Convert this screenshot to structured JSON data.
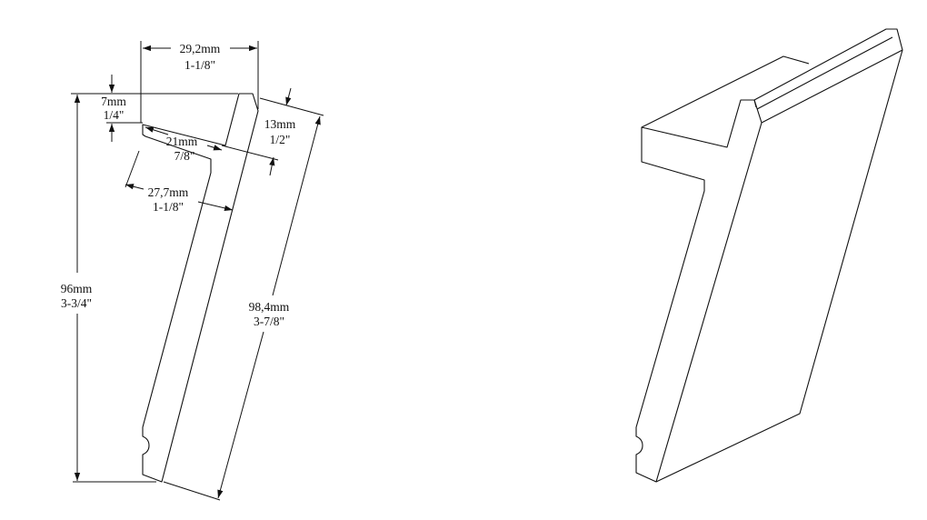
{
  "dimensions": {
    "width_total": {
      "mm": "29,2mm",
      "inch": "1-1/8\""
    },
    "lip_height": {
      "mm": "7mm",
      "inch": "1/4\""
    },
    "lip_depth": {
      "mm": "21mm",
      "inch": "7/8\""
    },
    "thickness": {
      "mm": "13mm",
      "inch": "1/2\""
    },
    "body_width": {
      "mm": "27,7mm",
      "inch": "1-1/8\""
    },
    "height": {
      "mm": "96mm",
      "inch": "3-3/4\""
    },
    "length": {
      "mm": "98,4mm",
      "inch": "3-7/8\""
    }
  }
}
